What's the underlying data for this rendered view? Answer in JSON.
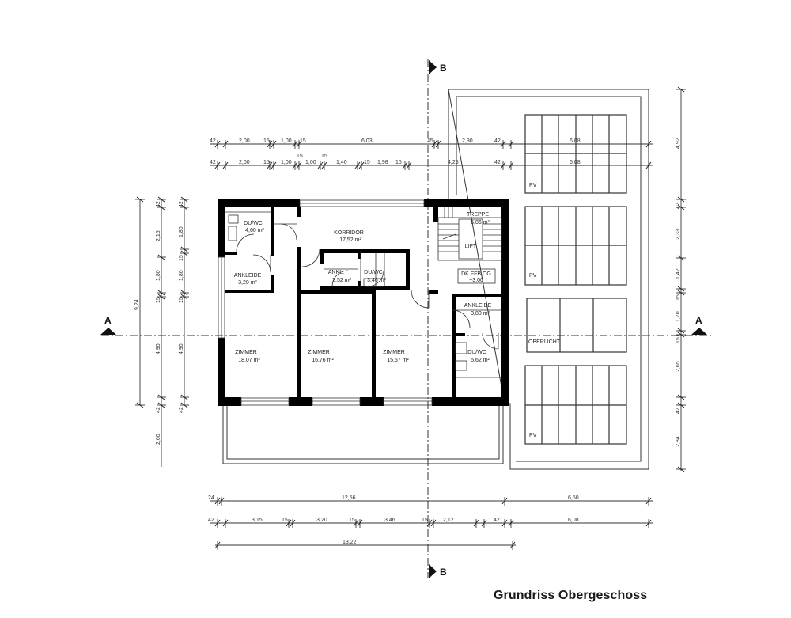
{
  "title": "Grundriss Obergeschoss",
  "section_markers": {
    "top_b": "B",
    "bottom_b": "B",
    "left_a": "A",
    "right_a": "A"
  },
  "rooms": [
    {
      "id": "duwc1",
      "name": "DU/WC",
      "area": "4,60 m²"
    },
    {
      "id": "korridor",
      "name": "KORRIDOR",
      "area": "17,52 m²"
    },
    {
      "id": "treppe",
      "name": "TREPPE",
      "area": "6,86 m²"
    },
    {
      "id": "lift",
      "name": "LIFT",
      "area": ""
    },
    {
      "id": "ankleide1",
      "name": "ANKLEIDE",
      "area": "3,20 m²"
    },
    {
      "id": "ankl2",
      "name": "ANKL.",
      "area": "2,52 m²"
    },
    {
      "id": "duwc2",
      "name": "DU/WC",
      "area": "3,46 m²"
    },
    {
      "id": "dk_ffb",
      "name": "DK FFB OG",
      "area": "+3.00"
    },
    {
      "id": "zimmer1",
      "name": "ZIMMER",
      "area": "18,07 m²"
    },
    {
      "id": "zimmer2",
      "name": "ZIMMER",
      "area": "16,76 m²"
    },
    {
      "id": "zimmer3",
      "name": "ZIMMER",
      "area": "15,57 m²"
    },
    {
      "id": "ankleide3",
      "name": "ANKLEIDE",
      "area": "3,80 m²"
    },
    {
      "id": "duwc3",
      "name": "DU/WC",
      "area": "5,62 m²"
    }
  ],
  "roof_labels": {
    "pv1": "PV",
    "pv2": "PV",
    "oberlicht": "OBERLICHT",
    "pv3": "PV"
  },
  "dimensions": {
    "top_row1": [
      "42",
      "2,00",
      "15",
      "1,00",
      "15",
      "6,03",
      "15",
      "2,90",
      "42",
      "6,08"
    ],
    "top_row2": [
      "42",
      "2,00",
      "15",
      "1,00",
      "15",
      "1,00",
      "15",
      "1,40",
      "15",
      "1,98",
      "15",
      "4,25",
      "42",
      "6,08"
    ],
    "left_outer": [
      "9,24"
    ],
    "left_mid": [
      "42",
      "2,15",
      "1,80",
      "15",
      "4,90",
      "42",
      "2,60"
    ],
    "left_inner": [
      "42",
      "1,80",
      "15",
      "1,80",
      "15",
      "4,90",
      "42"
    ],
    "right": [
      "4,92",
      "42",
      "2,33",
      "1,42",
      "15",
      "1,70",
      "15",
      "2,65",
      "42",
      "2,84"
    ],
    "bottom_row1": [
      "24",
      "12,56",
      "6,50"
    ],
    "bottom_row2": [
      "42",
      "3,15",
      "15",
      "3,20",
      "15",
      "3,46",
      "15",
      "2,12",
      "42",
      "6,08"
    ],
    "bottom_row3": [
      "13,22"
    ]
  }
}
